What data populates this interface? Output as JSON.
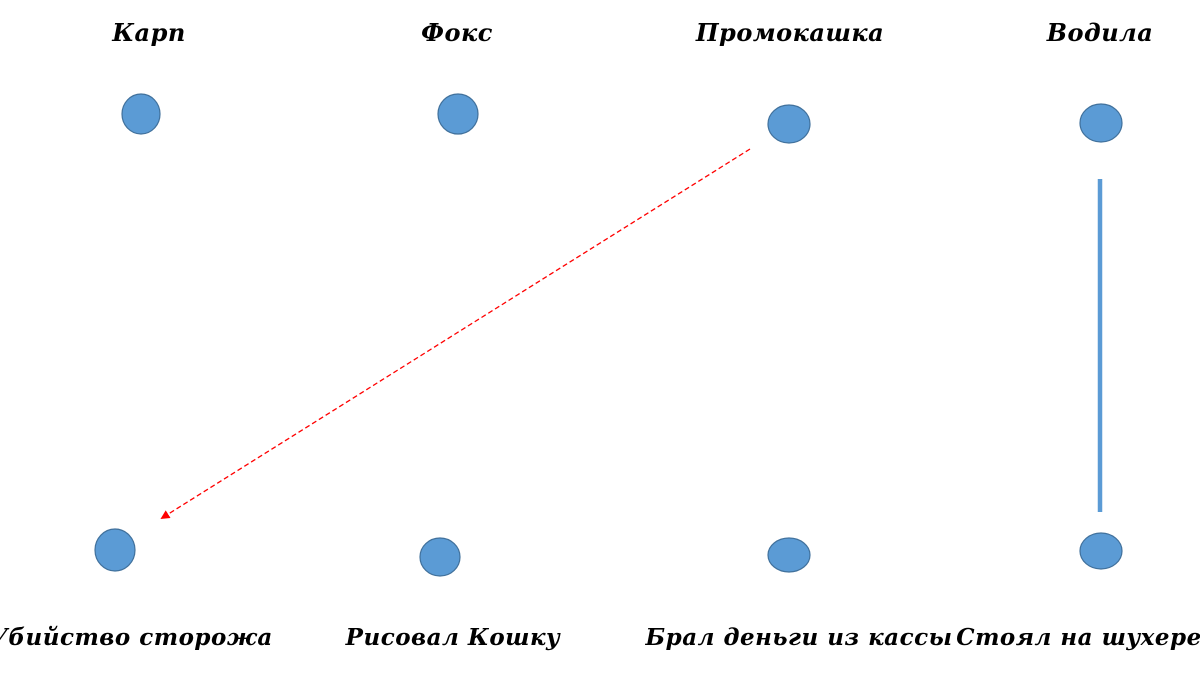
{
  "node_color": "#5b9bd5",
  "line_color": "#5b9bd5",
  "arrow_color": "#ff0000",
  "people": [
    {
      "id": "karp",
      "label": "Карп"
    },
    {
      "id": "foks",
      "label": "Фокс"
    },
    {
      "id": "promokashka",
      "label": "Промокашка"
    },
    {
      "id": "vodila",
      "label": "Водила"
    }
  ],
  "actions": [
    {
      "id": "murder",
      "label": "Убийство сторожа"
    },
    {
      "id": "drew-cat",
      "label": "Рисовал Кошку"
    },
    {
      "id": "took-money",
      "label": "Брал деньги из кассы"
    },
    {
      "id": "lookout",
      "label": "Стоял на шухере"
    }
  ],
  "links": [
    {
      "from": "promokashka",
      "to": "murder",
      "style": "dashed-arrow",
      "color": "#ff0000"
    },
    {
      "from": "vodila",
      "to": "lookout",
      "style": "solid",
      "color": "#5b9bd5"
    }
  ]
}
